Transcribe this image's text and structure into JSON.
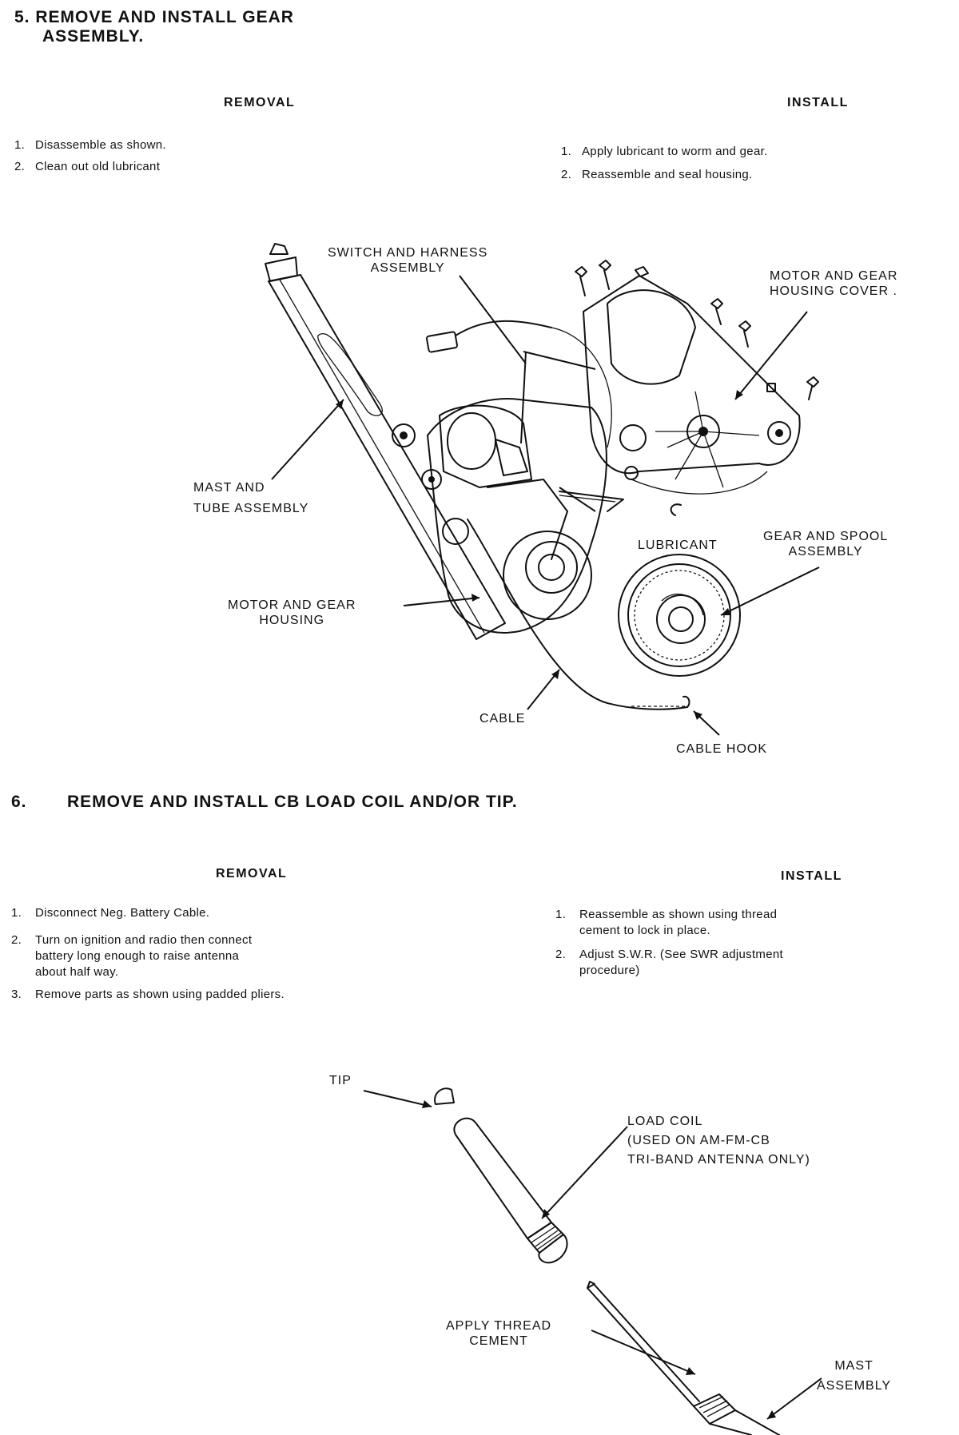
{
  "section5": {
    "heading_line1": "5. REMOVE AND INSTALL GEAR",
    "heading_line2": "ASSEMBLY.",
    "removal": {
      "title": "REMOVAL",
      "steps": [
        {
          "num": "1.",
          "text": "Disassemble as shown."
        },
        {
          "num": "2.",
          "text": "Clean out old lubricant"
        }
      ]
    },
    "install": {
      "title": "INSTALL",
      "steps": [
        {
          "num": "1.",
          "text": "Apply lubricant to worm and gear."
        },
        {
          "num": "2.",
          "text": "Reassemble and seal housing."
        }
      ]
    },
    "labels": {
      "switch_harness_1": "SWITCH AND HARNESS",
      "switch_harness_2": "ASSEMBLY",
      "motor_cover_1": "MOTOR AND GEAR",
      "motor_cover_2": "HOUSING COVER .",
      "mast_tube_1": "MAST AND",
      "mast_tube_2": "TUBE ASSEMBLY",
      "lubricant": "LUBRICANT",
      "gear_spool_1": "GEAR AND SPOOL",
      "gear_spool_2": "ASSEMBLY",
      "motor_housing_1": "MOTOR AND GEAR",
      "motor_housing_2": "HOUSING",
      "cable": "CABLE",
      "cable_hook": "CABLE HOOK"
    }
  },
  "section6": {
    "number": "6.",
    "heading": "REMOVE AND INSTALL CB LOAD COIL AND/OR TIP.",
    "removal": {
      "title": "REMOVAL",
      "steps": [
        {
          "num": "1.",
          "lines": [
            "Disconnect Neg. Battery Cable."
          ]
        },
        {
          "num": "2.",
          "lines": [
            "Turn on ignition and radio then connect",
            "battery long enough to raise antenna",
            "about half way."
          ]
        },
        {
          "num": "3.",
          "lines": [
            "Remove parts as shown using padded pliers."
          ]
        }
      ]
    },
    "install": {
      "title": "INSTALL",
      "steps": [
        {
          "num": "1.",
          "lines": [
            "Reassemble as shown using thread",
            "cement to lock in place."
          ]
        },
        {
          "num": "2.",
          "lines": [
            "Adjust S.W.R. (See SWR adjustment",
            "procedure)"
          ]
        }
      ]
    },
    "labels": {
      "tip": "TIP",
      "load_coil_1": "LOAD COIL",
      "load_coil_2": "(USED ON AM-FM-CB",
      "load_coil_3": "TRI-BAND ANTENNA ONLY)",
      "thread_cement_1": "APPLY THREAD",
      "thread_cement_2": "CEMENT",
      "mast_assembly_1": "MAST",
      "mast_assembly_2": "ASSEMBLY"
    }
  }
}
